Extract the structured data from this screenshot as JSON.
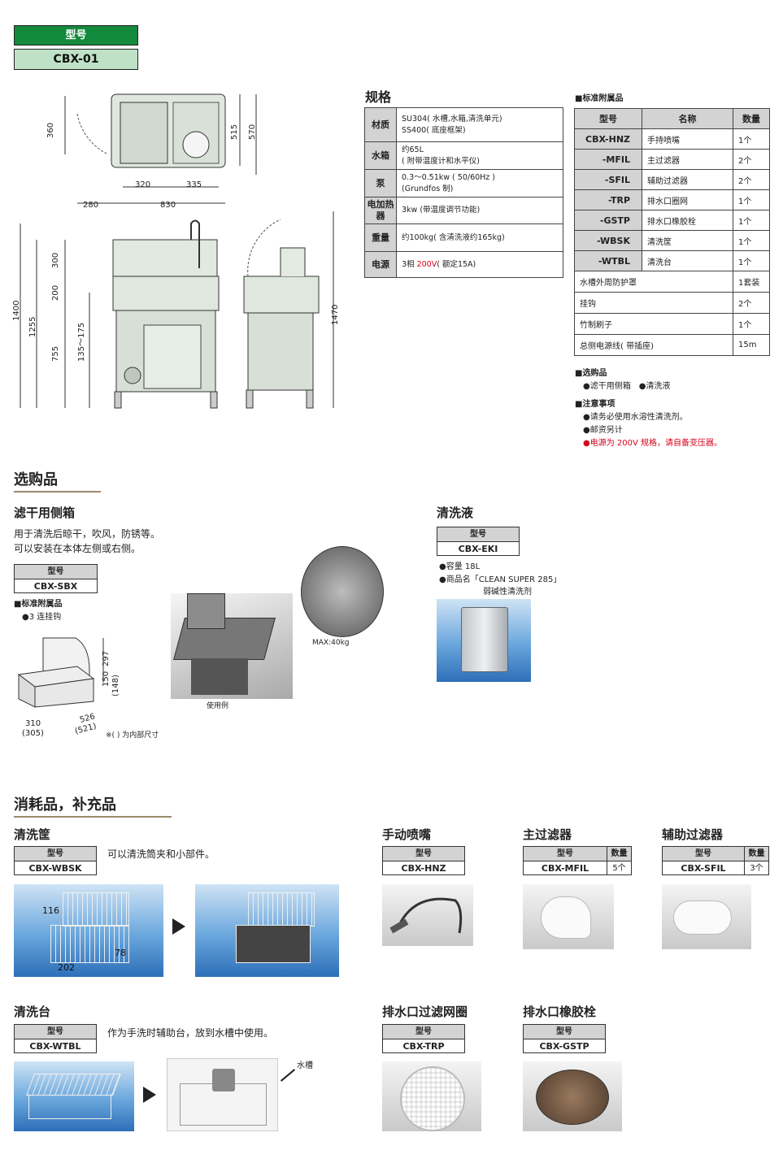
{
  "model_header": {
    "label": "型号",
    "value": "CBX-01"
  },
  "drawing_dims": {
    "top": [
      "360",
      "320",
      "335",
      "515",
      "570",
      "280",
      "830"
    ],
    "front": [
      "1400",
      "1255",
      "300",
      "200",
      "755",
      "135～175"
    ],
    "side": [
      "1470"
    ]
  },
  "spec": {
    "title": "规格",
    "rows": [
      {
        "label": "材质",
        "lines": [
          "SU304( 水槽,水箱,清洗单元)",
          "SS400( 底座框架)"
        ]
      },
      {
        "label": "水箱",
        "lines": [
          "约65L",
          "( 附带温度计和水平仪)"
        ]
      },
      {
        "label": "泵",
        "lines": [
          "0.3～0.51kw ( 50/60Hz )",
          "(Grundfos 制)"
        ]
      },
      {
        "label": "电加热器",
        "lines": [
          "3kw (带温度调节功能)"
        ]
      },
      {
        "label": "重量",
        "lines": [
          "约100kg( 含清洗液约165kg)"
        ]
      }
    ],
    "power": {
      "label": "电源",
      "pre": "3相 ",
      "red": "200V",
      "post": "( 额定15A)"
    }
  },
  "accessories": {
    "title": "■标准附属品",
    "headers": [
      "型号",
      "名称",
      "数量"
    ],
    "coded": [
      {
        "code": "CBX-HNZ",
        "name": "手持喷嘴",
        "qty": "1个"
      },
      {
        "code": "-MFIL",
        "name": "主过滤器",
        "qty": "2个"
      },
      {
        "code": "-SFIL",
        "name": "辅助过滤器",
        "qty": "2个"
      },
      {
        "code": "-TRP",
        "name": "排水口圈网",
        "qty": "1个"
      },
      {
        "code": "-GSTP",
        "name": "排水口橡胶栓",
        "qty": "1个"
      },
      {
        "code": "-WBSK",
        "name": "清洗筐",
        "qty": "1个"
      },
      {
        "code": "-WTBL",
        "name": "清洗台",
        "qty": "1个"
      }
    ],
    "others": [
      {
        "name": "水槽外周防护罩",
        "qty": "1套装"
      },
      {
        "name": "挂钩",
        "qty": "2个"
      },
      {
        "name": "竹制刷子",
        "qty": "1个"
      },
      {
        "name": "总侧电源线( 带插座)",
        "qty": "15m"
      }
    ]
  },
  "options_note": {
    "title": "■选购品",
    "items": "●滤干用侧箱　●清洗液"
  },
  "cautions": {
    "title": "■注意事项",
    "items": [
      "●请务必使用水溶性清洗剂。",
      "●邮资另计"
    ],
    "red_item": "●电源为 200V 规格，请自备变压器。"
  },
  "options_section": {
    "title": "选购品",
    "side_box": {
      "title": "滤干用侧箱",
      "desc": [
        "用于清洗后晾干，吹风，防锈等。",
        "可以安装在本体左侧或右侧。"
      ],
      "model_label": "型号",
      "model": "CBX-SBX",
      "acc_title": "■标准附属品",
      "acc_item": "●3 连挂钩",
      "dims": [
        "297",
        "150",
        "(148)",
        "310",
        "(305)",
        "526",
        "(521)"
      ],
      "note": "※(  ) 为内部尺寸",
      "usage_caption": "使用例",
      "max_load": "MAX:40kg"
    },
    "liquid": {
      "title": "清洗液",
      "model_label": "型号",
      "model": "CBX-EKI",
      "lines": [
        "●容量 18L",
        "●商品名「CLEAN SUPER 285」",
        "弱碱性清洗剂"
      ]
    }
  },
  "consumables": {
    "title": "消耗品，补充品",
    "basket": {
      "title": "清洗筐",
      "model_label": "型号",
      "model": "CBX-WBSK",
      "desc": "可以清洗筒夹和小部件。",
      "dims": [
        "116",
        "78",
        "202"
      ]
    },
    "nozzle": {
      "title": "手动喷嘴",
      "model_label": "型号",
      "model": "CBX-HNZ"
    },
    "main_filter": {
      "title": "主过滤器",
      "model_label": "型号",
      "qty_label": "数量",
      "model": "CBX-MFIL",
      "qty": "5个"
    },
    "sub_filter": {
      "title": "辅助过滤器",
      "model_label": "型号",
      "qty_label": "数量",
      "model": "CBX-SFIL",
      "qty": "3个"
    },
    "table": {
      "title": "清洗台",
      "model_label": "型号",
      "model": "CBX-WTBL",
      "desc": "作为手洗时辅助台，放到水槽中使用。",
      "tank_label": "水槽"
    },
    "trap": {
      "title": "排水口过滤网圈",
      "model_label": "型号",
      "model": "CBX-TRP"
    },
    "stopper": {
      "title": "排水口橡胶栓",
      "model_label": "型号",
      "model": "CBX-GSTP"
    }
  },
  "colors": {
    "brand_green": "#138a3c",
    "light_green": "#bfe2c7",
    "red": "#d6001c"
  }
}
